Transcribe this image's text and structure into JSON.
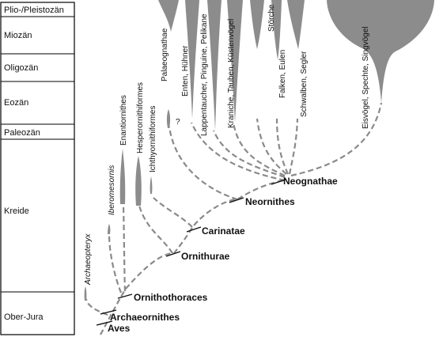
{
  "epochs": [
    {
      "label": "Plio-/Pleistozän"
    },
    {
      "label": "Miozän"
    },
    {
      "label": "Oligozän"
    },
    {
      "label": "Eozän"
    },
    {
      "label": "Paleozän"
    },
    {
      "label": "Kreide"
    },
    {
      "label": "Ober-Jura"
    }
  ],
  "taxa": {
    "archaeopteryx": "Archaeopteryx",
    "iberomesornis": "Iberomesornis",
    "enantiornithes": "Enantiornithes",
    "hesperornithiformes": "Hesperornithiformes",
    "ichthyornithiformes": "Ichthyornithiformes",
    "palaeognathae": "Palaeognathae",
    "enten": "Enten, Hühner",
    "question": "?",
    "lappentaucher": "Lappentaucher, Pinguine, Pelikane",
    "kraniche": "Kraniche, Tauben, Küstenvögel",
    "stoerche": "Störche",
    "falken": "Falken, Eulen",
    "schwalben": "Schwalben, Segler",
    "eisvoegel": "Eisvögel, Spechte, Singvögel"
  },
  "nodes": {
    "aves": "Aves",
    "archaeornithes": "Archaeornithes",
    "ornithothoraces": "Ornithothoraces",
    "ornithurae": "Ornithurae",
    "carinatae": "Carinatae",
    "neornithes": "Neornithes",
    "neognathae": "Neognathae"
  },
  "colors": {
    "lineage_fill": "#8c8c8c",
    "branch_stroke": "#8a8a8a",
    "text": "#111111",
    "table_border": "#000000"
  }
}
